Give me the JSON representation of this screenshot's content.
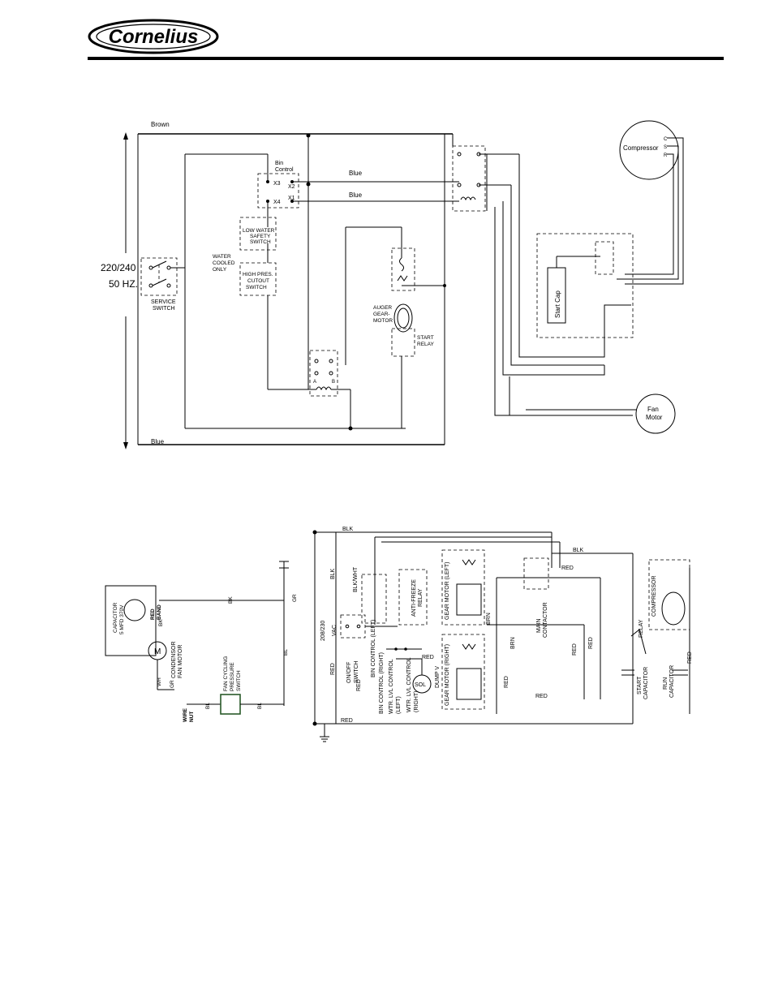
{
  "brand": {
    "logo_text": "Cornelius"
  },
  "diagram1": {
    "supply_voltage": "220/240",
    "supply_freq": "50 HZ.",
    "wire_brown": "Brown",
    "wire_blue_top": "Blue",
    "wire_blue_mid": "Blue",
    "wire_blue_bottom": "Blue",
    "bin_control": [
      "Bin",
      "Control"
    ],
    "terminal_x3": "X3",
    "terminal_x4": "X4",
    "terminal_x2": "X2",
    "terminal_x1": "X1",
    "low_water": [
      "LOW WATER",
      "SAFETY",
      "SWITCH"
    ],
    "water_cooled": [
      "WATER",
      "COOLED",
      "ONLY"
    ],
    "high_pres": [
      "HIGH PRES.",
      "CUTOUT",
      "SWITCH"
    ],
    "service_switch": [
      "SERVICE",
      "SWITCH"
    ],
    "auger_motor": [
      "AUGER",
      "GEAR-",
      "MOTOR"
    ],
    "start_relay": [
      "START",
      "RELAY"
    ],
    "compressor": "Compressor",
    "comp_terminals": [
      "C",
      "S",
      "R"
    ],
    "start_cap": "Start Cap",
    "fan_motor": [
      "Fan",
      "Motor"
    ],
    "contactor_a": "A",
    "contactor_b": "B"
  },
  "diagram2": {
    "blk": "BLK",
    "blk_right": "BLK",
    "blk_wht": "BLK/WHT",
    "voltage": [
      "208/230",
      "VAC"
    ],
    "red_labels": [
      "RED",
      "RED",
      "RED",
      "RED",
      "RED",
      "RED",
      "RED",
      "RED"
    ],
    "red_bottom": "RED",
    "red_contactor": "RED",
    "brn_labels": [
      "BRN",
      "BRN"
    ],
    "on_off": [
      "ON/OFF",
      "SWITCH"
    ],
    "bin_left": "BIN CONTROL (LEFT)",
    "bin_right": "BIN CONTROL (RIGHT)",
    "wtr_left": [
      "WTR. LVL CONTROL",
      "(LEFT)"
    ],
    "wtr_right": [
      "WTR. LVL CONTROL",
      "(RIGHT)"
    ],
    "sol": "SOL",
    "dump_valve": "DUMP V",
    "anti_freeze": [
      "ANTI-FREEZE",
      "RELAY"
    ],
    "gear_left": "GEAR MOTOR (LEFT)",
    "gear_right": "GEAR MOTOR (RIGHT)",
    "main_contactor": [
      "MAIN",
      "CONTACTOR"
    ],
    "compressor": "COMPRESSOR",
    "relay": "RELAY",
    "start_cap": [
      "START",
      "CAPACITOR"
    ],
    "run_cap": [
      "RUN",
      "CAPACITOR"
    ],
    "capacitor": [
      "CAPACITOR",
      "5 MFD 370V"
    ],
    "red_band": [
      "RED",
      "BAND"
    ],
    "cond_fan": [
      "CONDENSOR",
      "FAN MOTOR"
    ],
    "fan_cycling": [
      "FAN CYCLING",
      "PRESSURE",
      "SWITCH"
    ],
    "wire_nut": [
      "WIRE",
      "NUT"
    ],
    "bk": "BK",
    "bk2": "BK",
    "gr": "GR",
    "gr2": "GR",
    "wh": "WH",
    "bl": "BL",
    "bl2": "BL",
    "bl3": "BL"
  }
}
